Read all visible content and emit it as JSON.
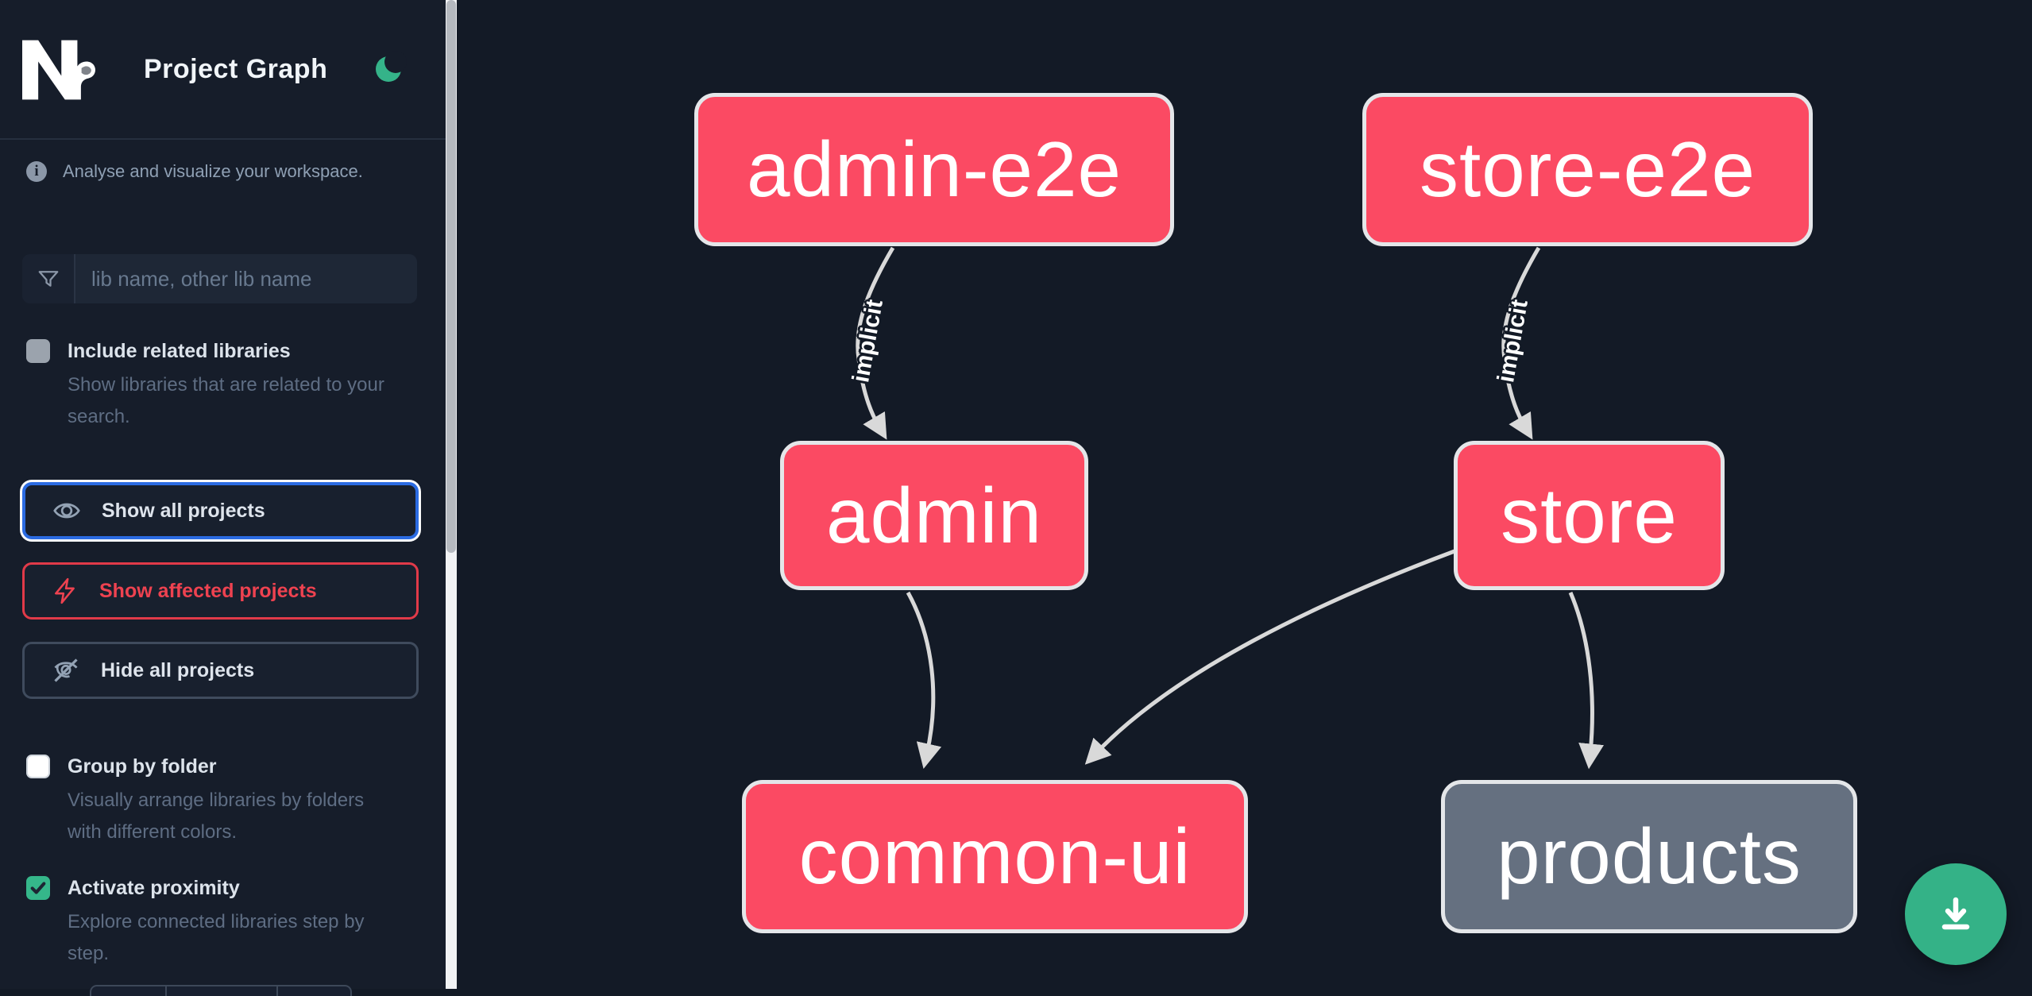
{
  "header": {
    "title": "Project Graph",
    "logo": "nx-logo",
    "theme_toggle": "moon"
  },
  "sidebar": {
    "tagline": "Analyse and visualize your workspace.",
    "search": {
      "placeholder": "lib name, other lib name"
    },
    "toggles": [
      {
        "label": "Include related libraries",
        "description": "Show libraries that are related to your search.",
        "checked": false,
        "disabled": true
      },
      {
        "label": "Group by folder",
        "description": "Visually arrange libraries by folders with different colors.",
        "checked": false
      },
      {
        "label": "Activate proximity",
        "description": "Explore connected libraries step by step.",
        "checked": true
      }
    ],
    "buttons": [
      {
        "label": "Show all projects",
        "icon": "eye-icon",
        "state": "focused"
      },
      {
        "label": "Show affected projects",
        "icon": "bolt-icon",
        "state": "affected"
      },
      {
        "label": "Hide all projects",
        "icon": "eye-off-icon",
        "state": "default"
      }
    ]
  },
  "graph": {
    "nodes": [
      {
        "id": "admin-e2e",
        "label": "admin-e2e",
        "color": "pink"
      },
      {
        "id": "store-e2e",
        "label": "store-e2e",
        "color": "pink"
      },
      {
        "id": "admin",
        "label": "admin",
        "color": "pink"
      },
      {
        "id": "store",
        "label": "store",
        "color": "pink"
      },
      {
        "id": "common-ui",
        "label": "common-ui",
        "color": "pink"
      },
      {
        "id": "products",
        "label": "products",
        "color": "gray"
      }
    ],
    "edges": [
      {
        "from": "admin-e2e",
        "to": "admin",
        "label": "implicit"
      },
      {
        "from": "store-e2e",
        "to": "store",
        "label": "implicit"
      },
      {
        "from": "admin",
        "to": "common-ui",
        "label": ""
      },
      {
        "from": "store",
        "to": "common-ui",
        "label": ""
      },
      {
        "from": "store",
        "to": "products",
        "label": ""
      }
    ]
  },
  "fab": {
    "icon": "download-icon"
  },
  "colors": {
    "node_pink": "#fb4a63",
    "node_gray": "#657080",
    "node_border": "#e4e6e9",
    "edge": "#d9d9d9",
    "accent_green": "#34b287",
    "focus_blue": "#2b6be2",
    "affected_red": "#e13a49",
    "sidebar_bg": "#161d2a",
    "canvas_bg": "#131a26"
  }
}
